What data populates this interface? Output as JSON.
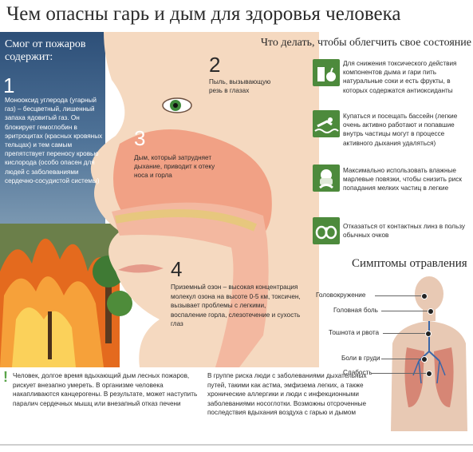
{
  "title": "Чем опасны гарь и дым для здоровья человека",
  "smoke": {
    "heading": "Смог от пожаров содержит:",
    "items": [
      {
        "number": "1",
        "text": "Монооксид углерода (угарный газ) – бесцветный, лишенный запаха ядовитый газ. Он блокирует гемоглобин в эритроцитах (красных кровяных тельцах) и тем самым препятствует переносу кровью кислорода (особо опасен для людей с заболеваниями сердечно-сосудистой системы)"
      },
      {
        "number": "2",
        "text": "Пыль, вызывающую резь в глазах"
      },
      {
        "number": "3",
        "text": "Дым, который затрудняет дыхание, приводит к отеку носа и горла"
      },
      {
        "number": "4",
        "text": "Приземный озон – высокая концентрация молекул озона на высоте 0-5 км, токсичен, вызывает проблемы с легкими, воспаление горла, слезотечение и сухость глаз"
      }
    ]
  },
  "tips": {
    "heading": "Что делать, чтобы облегчить свое состояние",
    "items": [
      {
        "icon": "juice-fruit-icon",
        "text": "Для снижения токсического действия компонентов дыма и гари пить натуральные соки и есть фрукты, в которых содержатся антиоксиданты"
      },
      {
        "icon": "swimmer-icon",
        "text": "Купаться и посещать бассейн (легкие очень активно работают и попавшие внутрь частицы могут в процессе активного дыхания удаляться)"
      },
      {
        "icon": "face-mask-icon",
        "text": "Максимально использовать влажные марлевые повязки, чтобы снизить риск попадания мелких частиц в легкие"
      },
      {
        "icon": "glasses-icon",
        "text": "Отказаться от контактных линз в пользу обычных очков"
      }
    ]
  },
  "symptoms": {
    "heading": "Симптомы отравления",
    "items": [
      "Головокружение",
      "Головная боль",
      "Тошнота и рвота",
      "Боли в груди",
      "Слабость"
    ]
  },
  "bottom": {
    "left": "Человек, долгое время вдыхающий дым лесных пожаров, рискует внезапно умереть. В организме человека накапливаются канцерогены. В результате, может наступить паралич сердечных мышц или внезапный отказ печени",
    "right": "В группе риска люди с заболеваниями дыхательных путей, такими как астма, эмфизема легких, а также хронические аллергики и люди с инфекционными заболеваниями носоглотки. Возможны отсроченные последствия вдыхания воздуха с гарью и дымом"
  },
  "colors": {
    "accent_green": "#4d8a3c",
    "sky_blue": "#3a5f86",
    "skin": "#f5d9c0",
    "nasal": "#f0967a"
  }
}
